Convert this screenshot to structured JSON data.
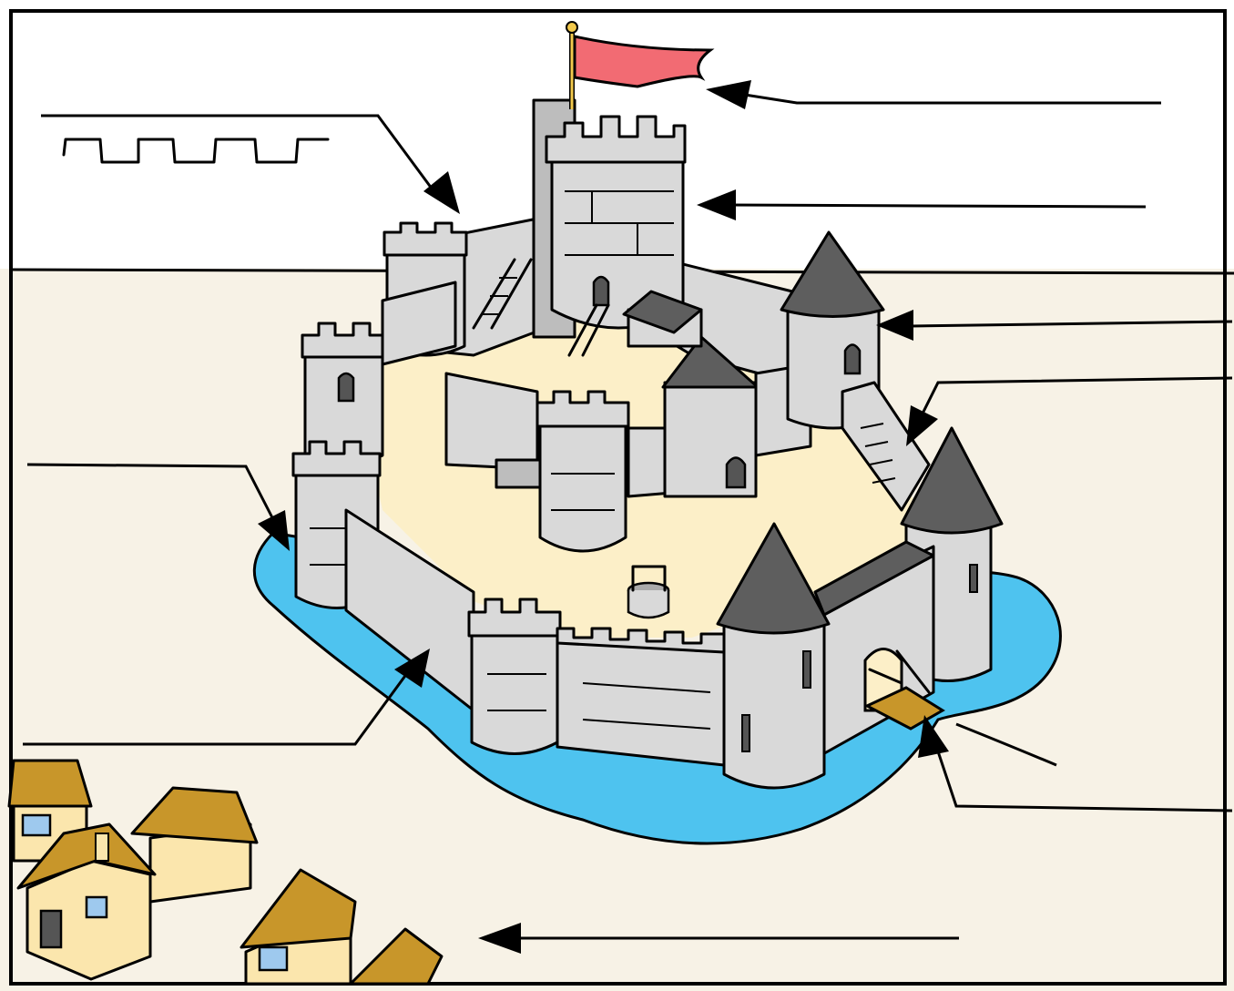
{
  "diagram": {
    "labels": [
      {
        "target": "flag",
        "text": ""
      },
      {
        "target": "battlements",
        "text": ""
      },
      {
        "target": "keep",
        "text": ""
      },
      {
        "target": "tower",
        "text": ""
      },
      {
        "target": "stairs",
        "text": ""
      },
      {
        "target": "moat",
        "text": ""
      },
      {
        "target": "curtain-wall",
        "text": ""
      },
      {
        "target": "drawbridge",
        "text": ""
      },
      {
        "target": "village",
        "text": ""
      }
    ],
    "colors": {
      "sky": "#ffffff",
      "ground": "#f7f2e6",
      "courtyard": "#fcefc8",
      "moat": "#4ec3ef",
      "stone": "#d9d9d9",
      "roof": "#5e5e5e",
      "flag": "#f26b73",
      "thatch": "#c8962a",
      "drawbridge": "#c8962a",
      "house_wall": "#fbe6ad"
    }
  }
}
